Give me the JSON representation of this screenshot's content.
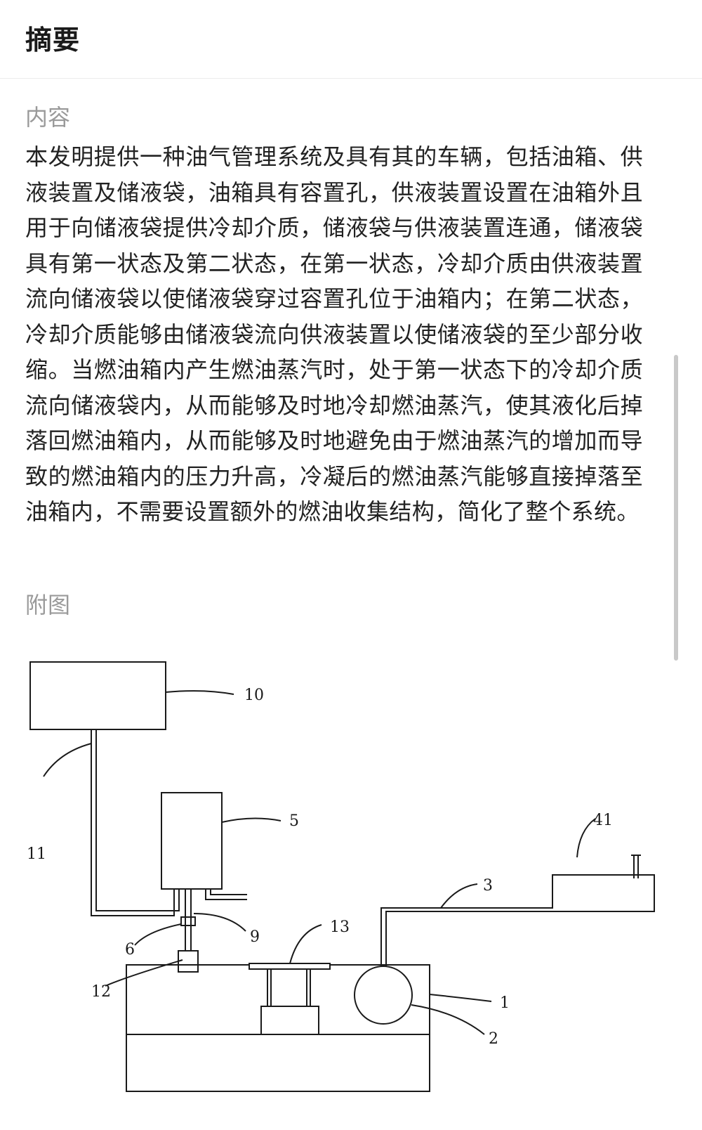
{
  "header": {
    "title": "摘要"
  },
  "content": {
    "label": "内容",
    "text": "本发明提供一种油气管理系统及具有其的车辆，包括油箱、供液装置及储液袋，油箱具有容置孔，供液装置设置在油箱外且用于向储液袋提供冷却介质，储液袋与供液装置连通，储液袋具有第一状态及第二状态，在第一状态，冷却介质由供液装置流向储液袋以使储液袋穿过容置孔位于油箱内；在第二状态，冷却介质能够由储液袋流向供液装置以使储液袋的至少部分收缩。当燃油箱内产生燃油蒸汽时，处于第一状态下的冷却介质流向储液袋内，从而能够及时地冷却燃油蒸汽，使其液化后掉落回燃油箱内，从而能够及时地避免由于燃油蒸汽的增加而导致的燃油箱内的压力升高，冷凝后的燃油蒸汽能够直接掉落至油箱内，不需要设置额外的燃油收集结构，简化了整个系统。"
  },
  "figure": {
    "label": "附图",
    "labels": {
      "n10": "10",
      "n11": "11",
      "n5": "5",
      "n41": "41",
      "n3": "3",
      "n13": "13",
      "n9": "9",
      "n6": "6",
      "n12": "12",
      "n1": "1",
      "n2": "2"
    }
  }
}
